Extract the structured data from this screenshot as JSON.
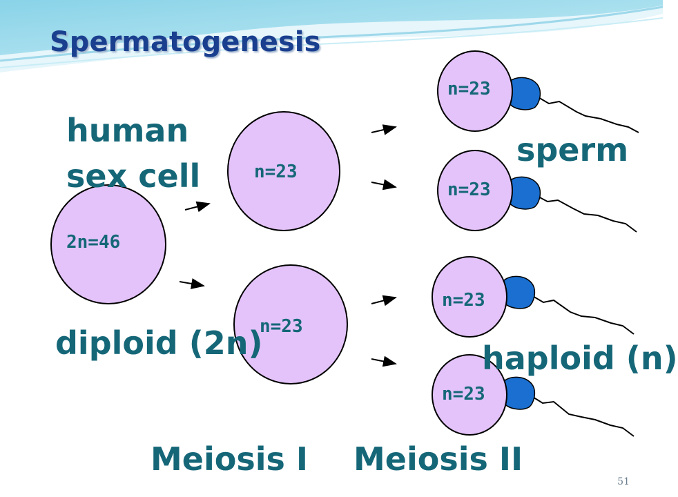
{
  "slide": {
    "title": "Spermatogenesis",
    "page_number": "51"
  },
  "labels": {
    "human": "human",
    "sex_cell": "sex cell",
    "diploid": "diploid (2n)",
    "sperm": "sperm",
    "haploid": "haploid (n)",
    "meiosis_1": "Meiosis I",
    "meiosis_2": "Meiosis II"
  },
  "cells": {
    "parent": "2n=46",
    "meiosis1_top": "n=23",
    "meiosis1_bottom": "n=23",
    "sperm_1": "n=23",
    "sperm_2": "n=23",
    "sperm_3": "n=23",
    "sperm_4": "n=23"
  },
  "colors": {
    "cell_fill": "#e3c3f9",
    "sperm_head": "#1a6fd0",
    "text_teal": "#156778",
    "title_blue": "#1a3f8f"
  }
}
